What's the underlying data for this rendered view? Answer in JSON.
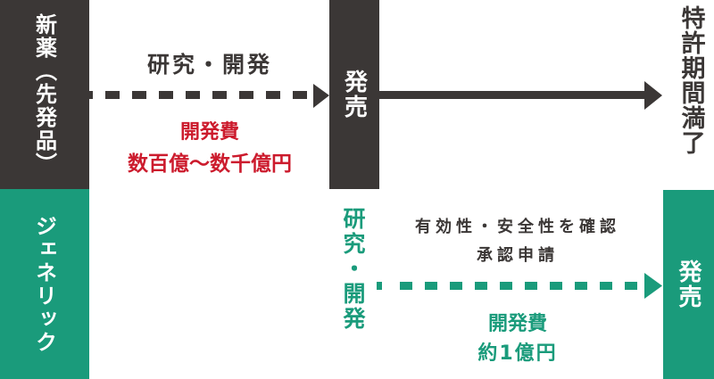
{
  "rows": {
    "new_drug": {
      "label": "新薬（先発品）",
      "color": "#3b3736"
    },
    "generic": {
      "label": "ジェネリック",
      "color": "#1a9b7b"
    }
  },
  "new_drug_flow": {
    "rnd_label": "研究・開発",
    "cost_title": "開発費",
    "cost_value": "数百億〜数千億円",
    "cost_color": "#cc1b2d",
    "launch_label": "発売",
    "patent_expiry_label": "特許期間満了"
  },
  "generic_flow": {
    "rnd_label": "研究・開発",
    "process_line1": "有効性・安全性を確認",
    "process_line2": "承認申請",
    "cost_title": "開発費",
    "cost_value": "約1億円",
    "launch_label": "発売"
  },
  "icons": {
    "dashed_arrow_dark": "dashed-arrow-right",
    "solid_arrow_dark": "solid-arrow-right",
    "dashed_arrow_green": "dashed-arrow-right"
  }
}
